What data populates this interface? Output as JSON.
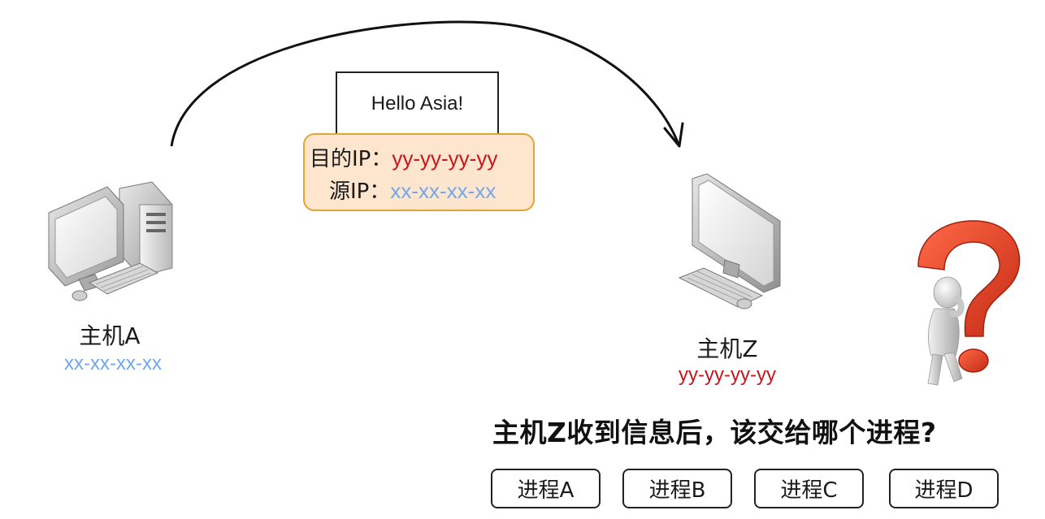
{
  "message": {
    "text": "Hello Asia!"
  },
  "packet_header": {
    "dest_label": "目的IP：",
    "dest_value": "yy-yy-yy-yy",
    "src_label": "源IP：",
    "src_value": "xx-xx-xx-xx"
  },
  "hosts": {
    "a": {
      "name": "主机A",
      "ip": "xx-xx-xx-xx"
    },
    "z": {
      "name": "主机Z",
      "ip": "yy-yy-yy-yy"
    }
  },
  "question": "主机Z收到信息后，该交给哪个进程?",
  "options": [
    {
      "label": "进程A"
    },
    {
      "label": "进程B"
    },
    {
      "label": "进程C"
    },
    {
      "label": "进程D"
    }
  ],
  "colors": {
    "dest_red": "#c8161d",
    "src_blue": "#6fa8f0",
    "header_fill": "#fde6cd",
    "header_border": "#e0a737",
    "question_mark_red": "#e8432a"
  },
  "icons": [
    "desktop-computer-icon",
    "monitor-icon",
    "thinking-person-icon",
    "question-mark-icon",
    "curved-arrow"
  ]
}
